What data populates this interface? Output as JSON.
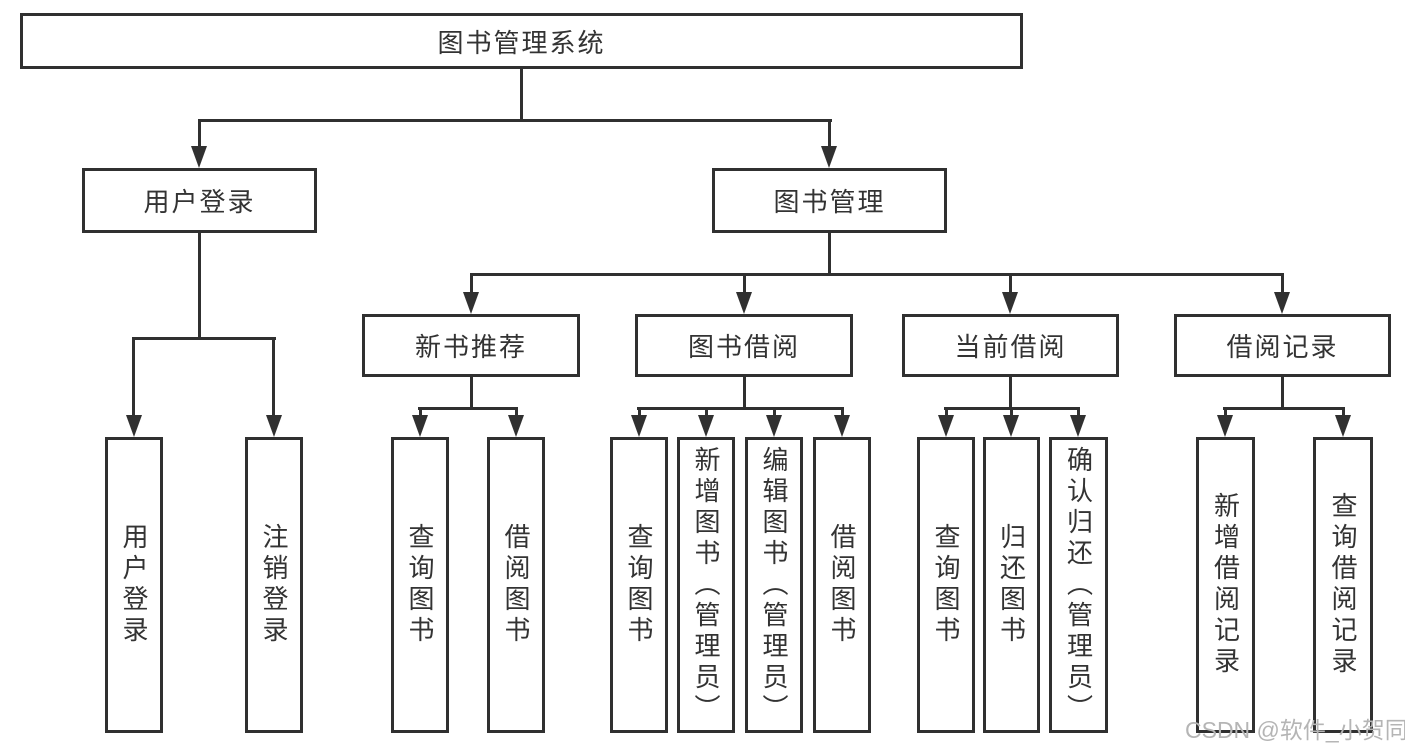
{
  "tree": {
    "root": {
      "label": "图书管理系统"
    },
    "branches": [
      {
        "label": "用户登录",
        "leaves": [
          {
            "label": "用户登录"
          },
          {
            "label": "注销登录"
          }
        ]
      },
      {
        "label": "图书管理",
        "groups": [
          {
            "label": "新书推荐",
            "leaves": [
              {
                "label": "查询图书"
              },
              {
                "label": "借阅图书"
              }
            ]
          },
          {
            "label": "图书借阅",
            "leaves": [
              {
                "label": "查询图书"
              },
              {
                "label": "新增图书（管理员）"
              },
              {
                "label": "编辑图书（管理员）"
              },
              {
                "label": "借阅图书"
              }
            ]
          },
          {
            "label": "当前借阅",
            "leaves": [
              {
                "label": "查询图书"
              },
              {
                "label": "归还图书"
              },
              {
                "label": "确认归还（管理员）"
              }
            ]
          },
          {
            "label": "借阅记录",
            "leaves": [
              {
                "label": "新增借阅记录"
              },
              {
                "label": "查询借阅记录"
              }
            ]
          }
        ]
      }
    ]
  },
  "watermark": {
    "text": "CSDN @软件_小贺同学"
  },
  "colors": {
    "line": "#303030",
    "text": "#333333",
    "watermark": "#b5b5b5",
    "background": "#ffffff"
  }
}
